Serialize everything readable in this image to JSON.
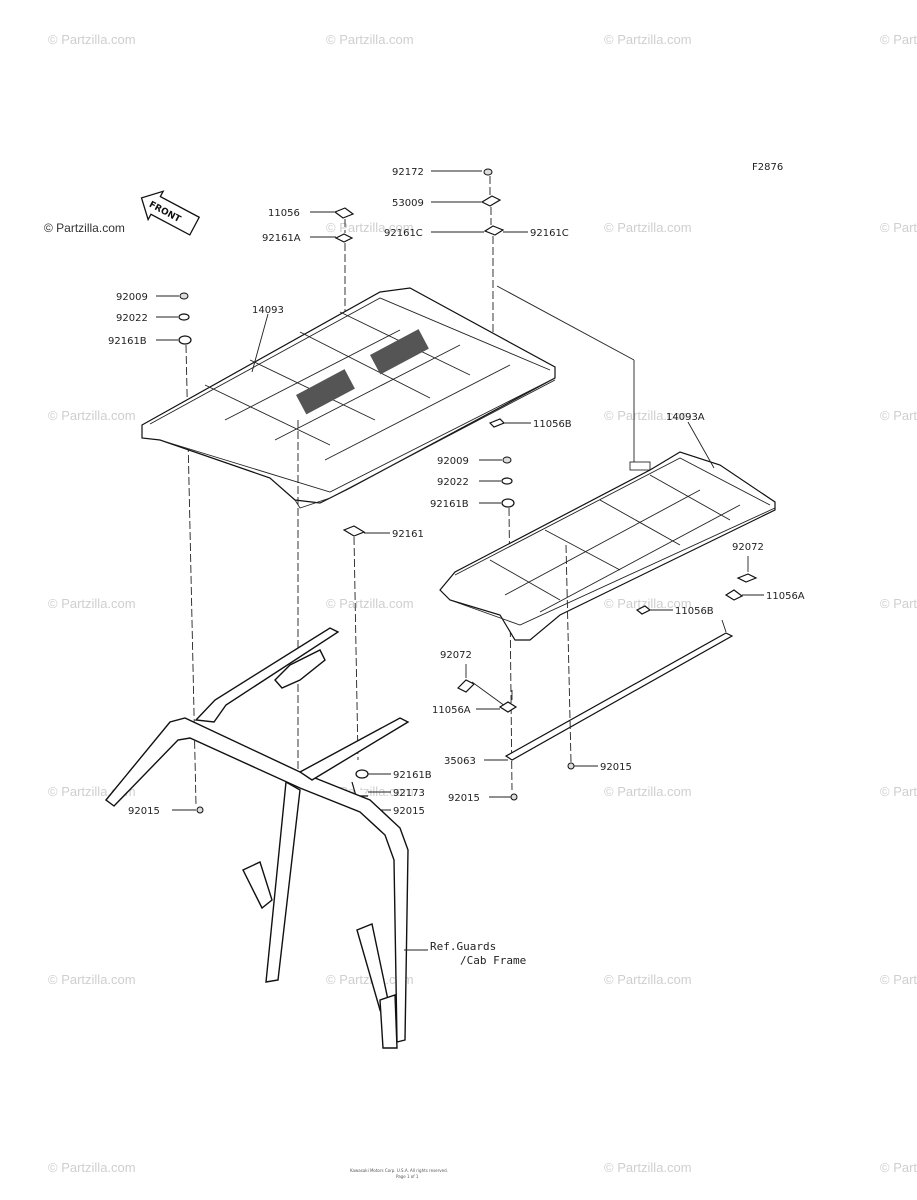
{
  "watermark": {
    "text": "© Partzilla.com"
  },
  "figure_code": "F2876",
  "front_marker": "FRONT",
  "logo_watermark": "© Partzilla.com",
  "labels": {
    "l92172": "92172",
    "l53009": "53009",
    "l92161C_left": "92161C",
    "l92161C_right": "92161C",
    "l11056": "11056",
    "l92161A": "92161A",
    "l92009_a": "92009",
    "l92022_a": "92022",
    "l92161B_a": "92161B",
    "l14093": "14093",
    "l11056B_a": "11056B",
    "l92009_b": "92009",
    "l92022_b": "92022",
    "l92161B_b": "92161B",
    "l14093A": "14093A",
    "l92161": "92161",
    "l92072_a": "92072",
    "l11056A_a": "11056A",
    "l11056B_b": "11056B",
    "l92072_b": "92072",
    "l11056A_b": "11056A",
    "l35063": "35063",
    "l92015_a": "92015",
    "l92015_b": "92015",
    "l92161B_c": "92161B",
    "l92173": "92173",
    "l92015_c": "92015",
    "l92015_d": "92015"
  },
  "reference": {
    "line1": "Ref.Guards",
    "line2": "/Cab Frame"
  },
  "footer": {
    "line1": "Kawasaki Motors Corp. U.S.A. All rights reserved.",
    "line2": "Page 1 of 1"
  }
}
